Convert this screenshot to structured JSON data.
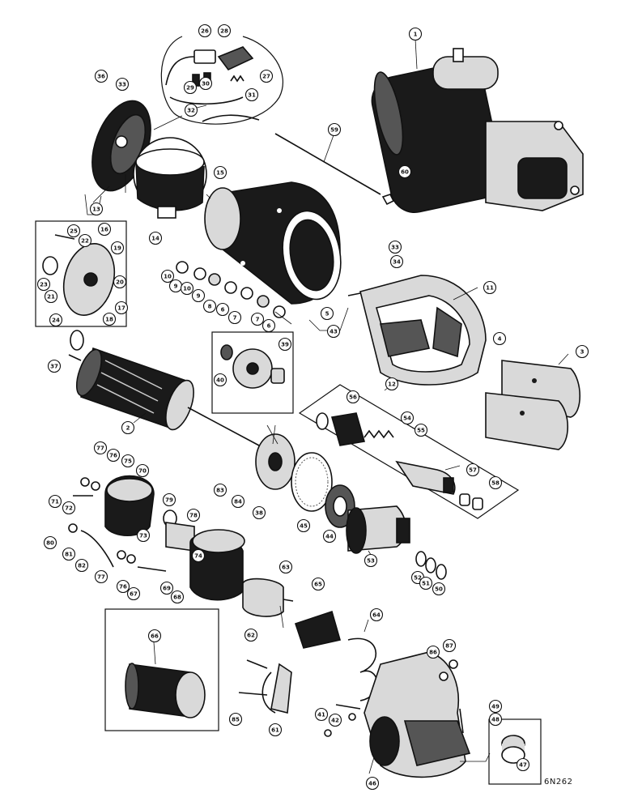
{
  "callouts": [
    {
      "label": "1"
    },
    {
      "label": "59"
    },
    {
      "label": "60"
    },
    {
      "label": "26"
    },
    {
      "label": "28"
    },
    {
      "label": "29"
    },
    {
      "label": "30"
    },
    {
      "label": "27"
    },
    {
      "label": "31"
    },
    {
      "label": "32"
    },
    {
      "label": "36"
    },
    {
      "label": "33"
    },
    {
      "label": "15"
    },
    {
      "label": "13"
    },
    {
      "label": "14"
    },
    {
      "label": "25"
    },
    {
      "label": "22"
    },
    {
      "label": "16"
    },
    {
      "label": "19"
    },
    {
      "label": "23"
    },
    {
      "label": "21"
    },
    {
      "label": "20"
    },
    {
      "label": "17"
    },
    {
      "label": "18"
    },
    {
      "label": "24"
    },
    {
      "label": "10"
    },
    {
      "label": "9"
    },
    {
      "label": "10"
    },
    {
      "label": "9"
    },
    {
      "label": "8"
    },
    {
      "label": "6"
    },
    {
      "label": "7"
    },
    {
      "label": "7"
    },
    {
      "label": "6"
    },
    {
      "label": "33"
    },
    {
      "label": "34"
    },
    {
      "label": "11"
    },
    {
      "label": "5"
    },
    {
      "label": "43"
    },
    {
      "label": "12"
    },
    {
      "label": "4"
    },
    {
      "label": "3"
    },
    {
      "label": "37"
    },
    {
      "label": "2"
    },
    {
      "label": "39"
    },
    {
      "label": "40"
    },
    {
      "label": "56"
    },
    {
      "label": "54"
    },
    {
      "label": "55"
    },
    {
      "label": "57"
    },
    {
      "label": "58"
    },
    {
      "label": "38"
    },
    {
      "label": "45"
    },
    {
      "label": "44"
    },
    {
      "label": "53"
    },
    {
      "label": "52"
    },
    {
      "label": "51"
    },
    {
      "label": "50"
    },
    {
      "label": "77"
    },
    {
      "label": "76"
    },
    {
      "label": "75"
    },
    {
      "label": "70"
    },
    {
      "label": "71"
    },
    {
      "label": "72"
    },
    {
      "label": "79"
    },
    {
      "label": "83"
    },
    {
      "label": "84"
    },
    {
      "label": "78"
    },
    {
      "label": "80"
    },
    {
      "label": "73"
    },
    {
      "label": "81"
    },
    {
      "label": "74"
    },
    {
      "label": "82"
    },
    {
      "label": "77"
    },
    {
      "label": "76"
    },
    {
      "label": "69"
    },
    {
      "label": "67"
    },
    {
      "label": "68"
    },
    {
      "label": "63"
    },
    {
      "label": "65"
    },
    {
      "label": "66"
    },
    {
      "label": "62"
    },
    {
      "label": "64"
    },
    {
      "label": "86"
    },
    {
      "label": "87"
    },
    {
      "label": "41"
    },
    {
      "label": "42"
    },
    {
      "label": "85"
    },
    {
      "label": "61"
    },
    {
      "label": "49"
    },
    {
      "label": "48"
    },
    {
      "label": "47"
    },
    {
      "label": "46"
    }
  ],
  "drawing_code": "6N262"
}
